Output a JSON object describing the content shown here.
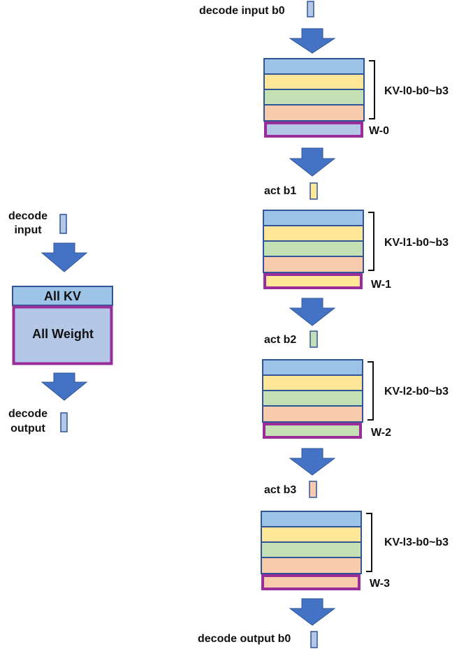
{
  "colors": {
    "blue": "#9dc3e6",
    "yellow": "#ffe699",
    "green": "#c5e0b4",
    "orange": "#f8cbad",
    "weight_fill": "#b4c7e7",
    "weight_border": "#9b2d9b",
    "cell_border": "#2f5597",
    "arrow": "#4472c4"
  },
  "left": {
    "input_label": [
      "decode",
      "input"
    ],
    "all_kv": "All KV",
    "all_weight": "All Weight",
    "output_label": [
      "decode",
      "output"
    ]
  },
  "right": {
    "top_label": "decode input b0",
    "bottom_label": "decode output b0",
    "layers": [
      {
        "kv_label": "KV-l0-b0~b3",
        "w_label": "W-0",
        "w_color": "blue"
      },
      {
        "kv_label": "KV-l1-b0~b3",
        "w_label": "W-1",
        "w_color": "yellow",
        "act_label": "act b1",
        "act_color": "yellow"
      },
      {
        "kv_label": "KV-l2-b0~b3",
        "w_label": "W-2",
        "w_color": "green",
        "act_label": "act b2",
        "act_color": "green"
      },
      {
        "kv_label": "KV-l3-b0~b3",
        "w_label": "W-3",
        "w_color": "orange",
        "act_label": "act b3",
        "act_color": "orange"
      }
    ]
  }
}
